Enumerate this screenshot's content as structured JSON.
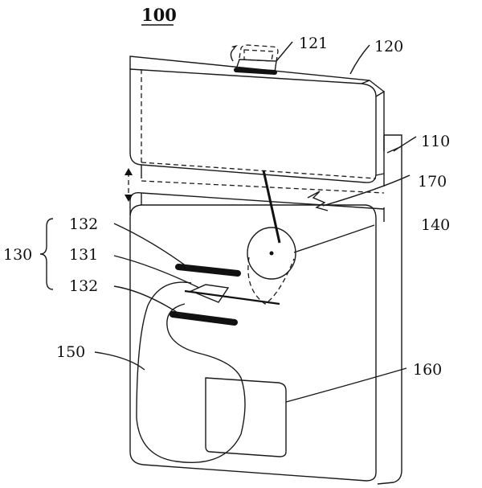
{
  "figure": {
    "title": "100",
    "labels": {
      "l121": "121",
      "l120": "120",
      "l110": "110",
      "l170": "170",
      "l140": "140",
      "l132a": "132",
      "l130": "130",
      "l131": "131",
      "l132b": "132",
      "l150": "150",
      "l160": "160"
    }
  }
}
